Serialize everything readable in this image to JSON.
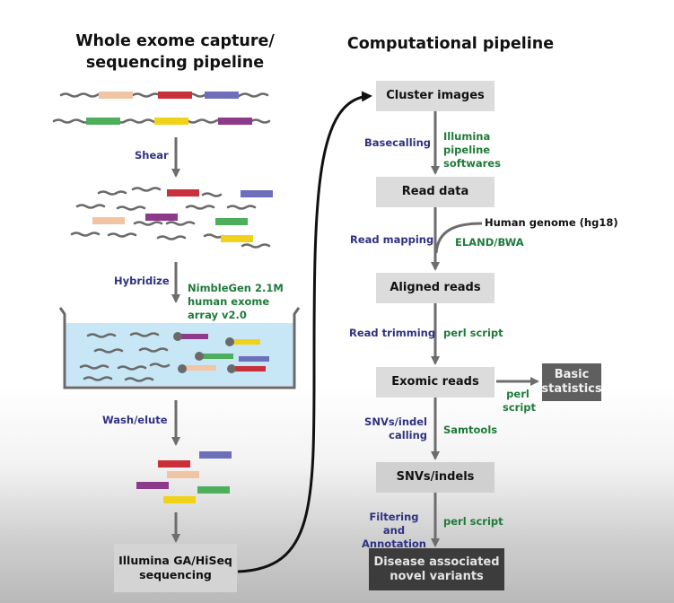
{
  "titles": {
    "left": "Whole exome capture/ sequencing pipeline",
    "right": "Computational pipeline"
  },
  "left_pipeline": {
    "shear": "Shear",
    "hybridize": "Hybridize",
    "array": "NimbleGen 2.1M human exome array v2.0",
    "wash": "Wash/elute",
    "sequencing": "Illumina GA/HiSeq sequencing"
  },
  "right_pipeline": {
    "cluster_images": "Cluster images",
    "basecalling": "Basecalling",
    "illumina_software": "Illumina pipeline softwares",
    "read_data": "Read data",
    "human_genome": "Human genome (hg18)",
    "read_mapping": "Read mapping",
    "eland_bwa": "ELAND/BWA",
    "aligned_reads": "Aligned reads",
    "read_trimming": "Read trimming",
    "perl_script_1": "perl script",
    "exomic_reads": "Exomic reads",
    "perl_script_2": "perl script",
    "basic_statistics": "Basic statistics",
    "snv_calling": "SNVs/indel calling",
    "samtools": "Samtools",
    "snvs_indels": "SNVs/indels",
    "filtering": "Filtering and Annotation",
    "perl_script_3": "perl script",
    "disease_variants": "Disease associated novel variants"
  },
  "colors": {
    "text_blue": "#2f3280",
    "text_green": "#1e7b3a",
    "box_light": "#dcdcdc",
    "box_dark": "#5f5f5f",
    "box_darker": "#3c3c3c",
    "arrow": "#6d6d6d",
    "fragment": "#6a6a6a",
    "bath": "#c8e7f6",
    "red": "#c8303a",
    "blue": "#6c6fba",
    "peach": "#f1c5a4",
    "green": "#4dae5c",
    "yellow": "#f0d21b",
    "purple": "#8d3a8a"
  }
}
